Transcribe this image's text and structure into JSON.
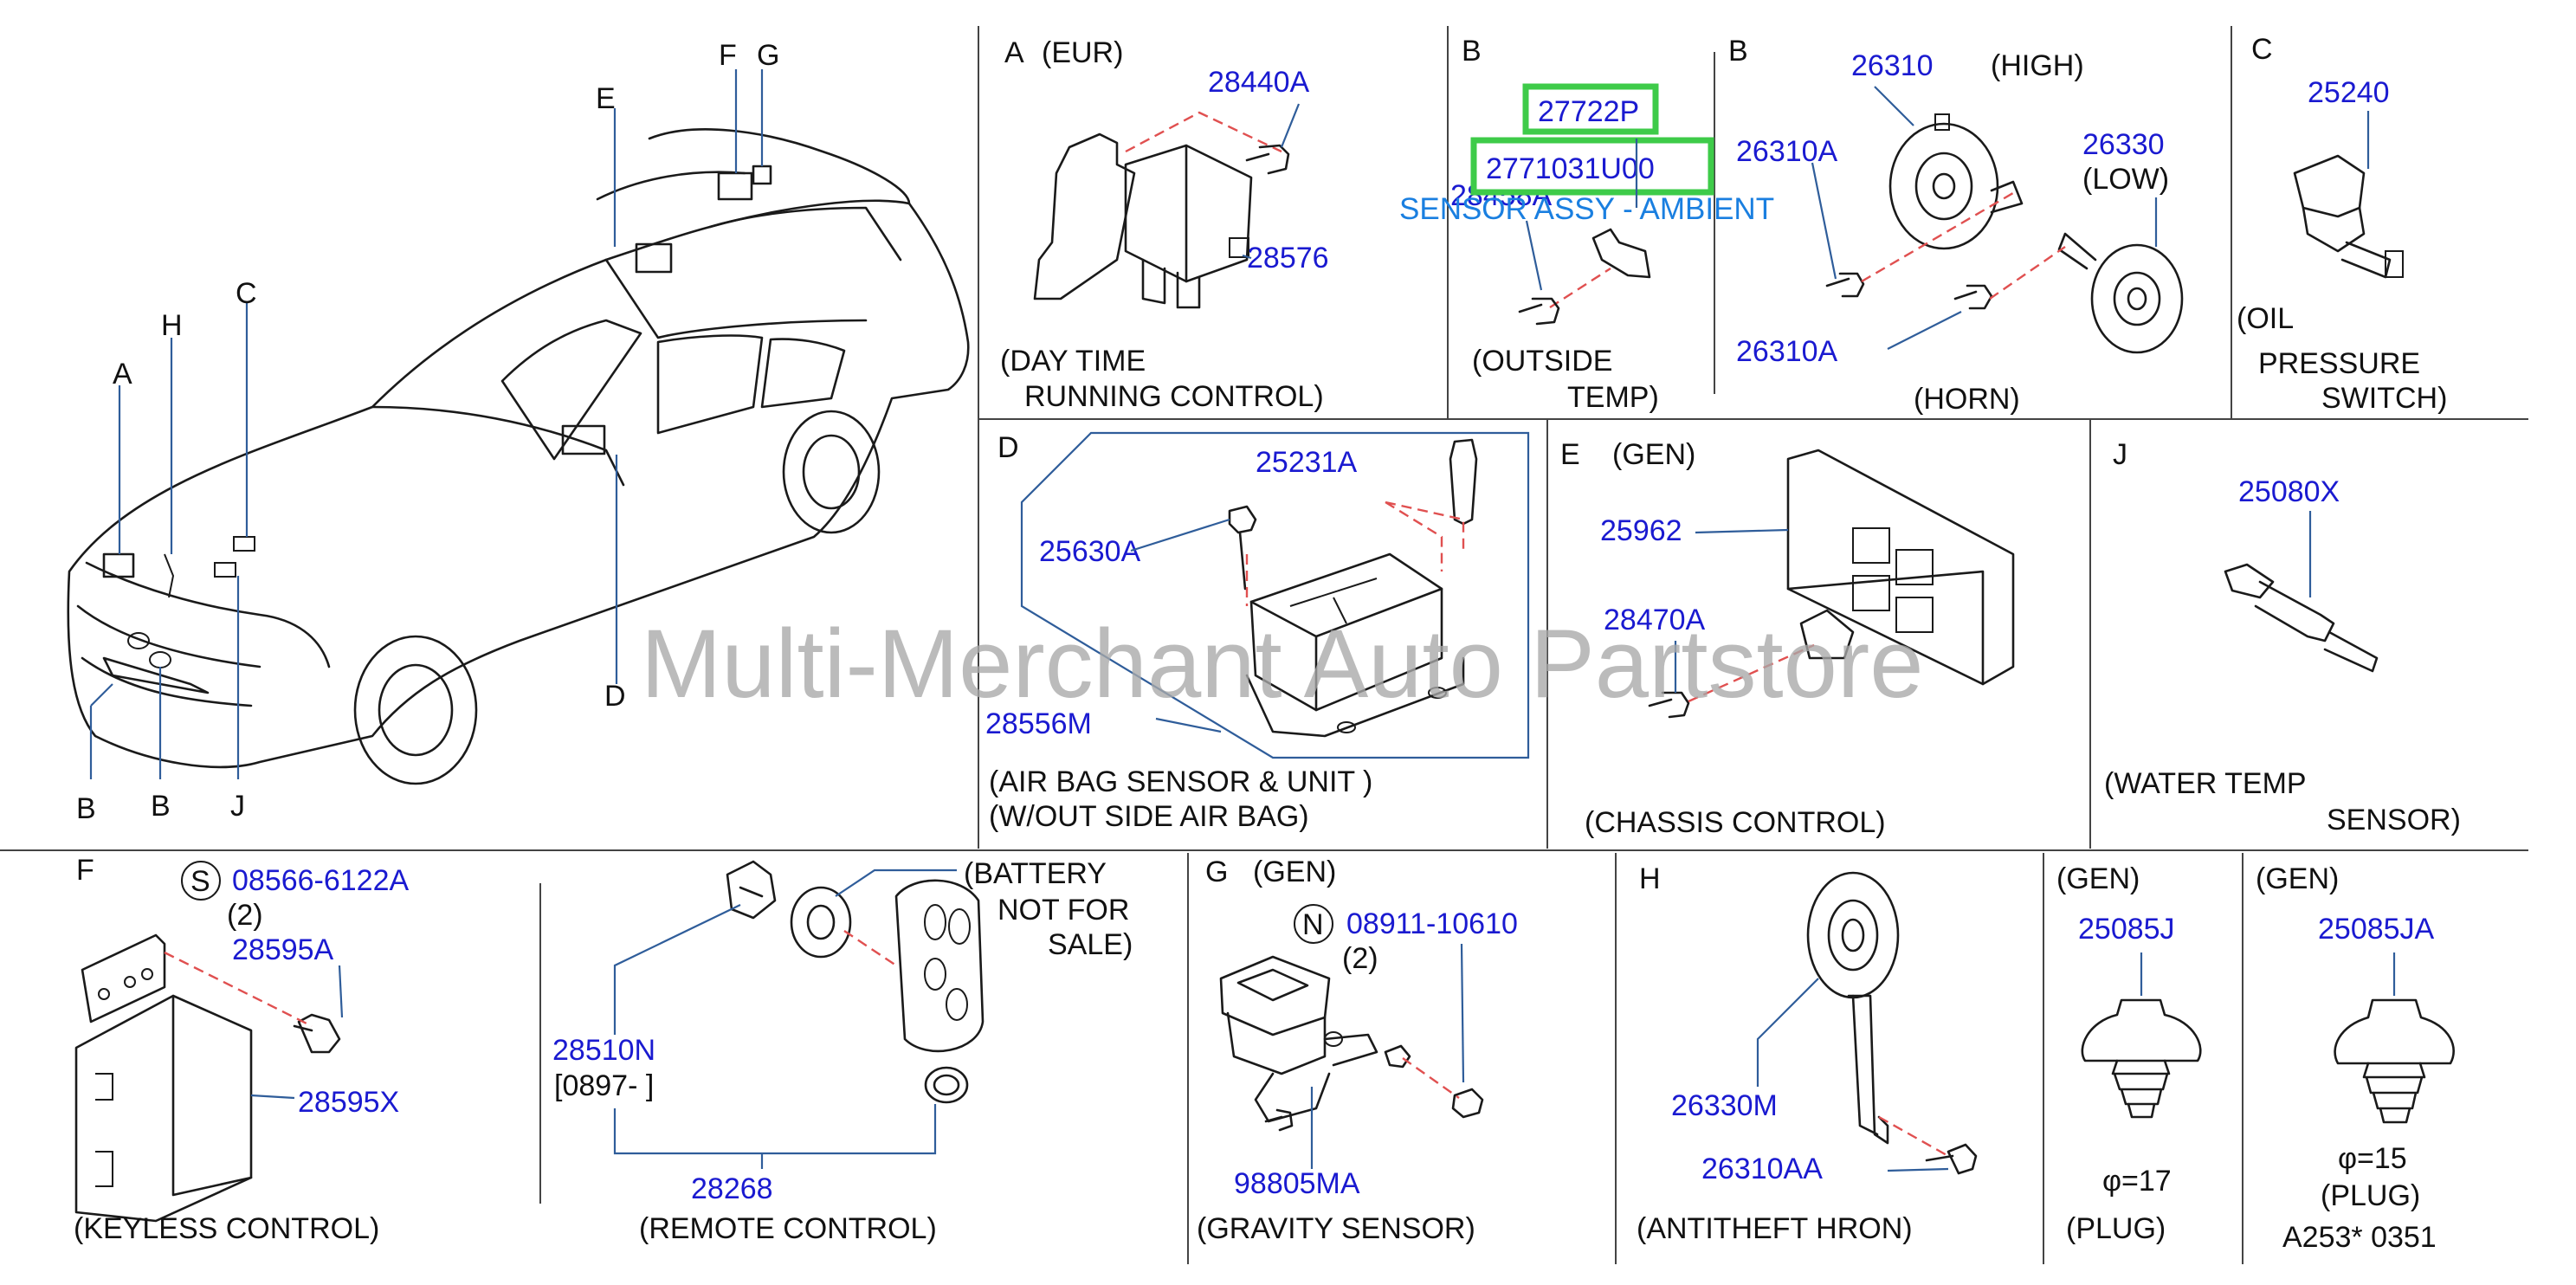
{
  "watermark": "Multi-Merchant Auto Partstore",
  "highlight_color": "#3ecb49",
  "part_color": "#1a1ad0",
  "car": {
    "letters": {
      "A": "A",
      "B1": "B",
      "B2": "B",
      "C": "C",
      "D": "D",
      "E": "E",
      "F": "F",
      "G": "G",
      "H": "H",
      "J": "J"
    }
  },
  "panels": {
    "a_eur": {
      "letter": "A",
      "variant": "(EUR)",
      "parts": [
        "28440A",
        "28576"
      ],
      "caption1": "(DAY  TIME",
      "caption2": "RUNNING  CONTROL)"
    },
    "b_temp": {
      "letter": "B",
      "highlighted_part": "27722P",
      "highlighted_part_2": "2771031U00",
      "partial_label": "28458A",
      "sensor_assy": "SENSOR ASSY - AMBIENT",
      "caption1": "(OUTSIDE",
      "caption2": "TEMP)"
    },
    "b_horn": {
      "letter": "B",
      "parts": [
        "26310",
        "26310A",
        "26330",
        "26310A"
      ],
      "high": "(HIGH)",
      "low": "(LOW)",
      "caption": "(HORN)"
    },
    "c_oil": {
      "letter": "C",
      "parts": [
        "25240"
      ],
      "caption1": "(OIL",
      "caption2": "PRESSURE",
      "caption3": "SWITCH)"
    },
    "d_airbag": {
      "letter": "D",
      "parts": [
        "25231A",
        "25630A",
        "28556M"
      ],
      "caption1": "(AIR  BAG    SENSOR  &  UNIT    )",
      "caption2": "(W/OUT  SIDE  AIR  BAG)"
    },
    "e_gen": {
      "letter": "E",
      "variant": "(GEN)",
      "parts": [
        "25962",
        "28470A"
      ],
      "caption": "(CHASSIS  CONTROL)"
    },
    "j_water": {
      "letter": "J",
      "parts": [
        "25080X"
      ],
      "caption1": "(WATER  TEMP",
      "caption2": "SENSOR)"
    },
    "f_keyless": {
      "letter": "F",
      "circle": "S",
      "parts": [
        "08566-6122A",
        "28595A",
        "28595X"
      ],
      "qty": "(2)",
      "caption": "(KEYLESS  CONTROL)"
    },
    "remote": {
      "parts": [
        "28510N",
        "28268"
      ],
      "date_range": "[0897-                     ]",
      "battery1": "(BATTERY",
      "battery2": "NOT  FOR",
      "battery3": "SALE)",
      "caption": "(REMOTE      CONTROL)"
    },
    "g_gen": {
      "letter": "G",
      "variant": "(GEN)",
      "circle": "N",
      "parts": [
        "08911-10610",
        "98805MA"
      ],
      "qty": "(2)",
      "caption": "(GRAVITY  SENSOR)"
    },
    "h_antitheft": {
      "letter": "H",
      "parts": [
        "26330M",
        "26310AA"
      ],
      "caption": "(ANTITHEFT  HRON)"
    },
    "plug_j": {
      "variant": "(GEN)",
      "parts": [
        "25085J"
      ],
      "phi": "φ=17",
      "caption": "(PLUG)"
    },
    "plug_ja": {
      "variant": "(GEN)",
      "parts": [
        "25085JA"
      ],
      "phi": "φ=15",
      "caption": "(PLUG)",
      "code": "A253*   0351"
    }
  }
}
